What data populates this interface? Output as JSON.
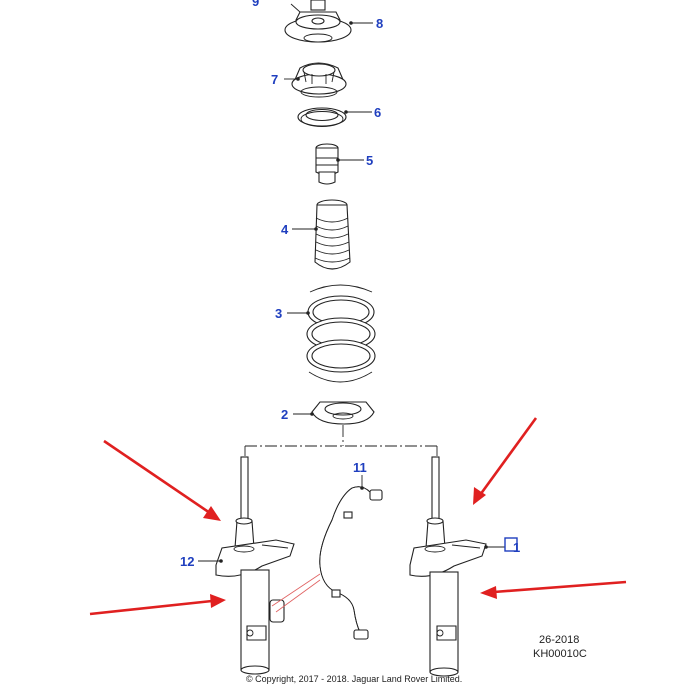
{
  "diagram": {
    "callouts": {
      "c1": "1",
      "c2": "2",
      "c3": "3",
      "c4": "4",
      "c5": "5",
      "c6": "6",
      "c7": "7",
      "c8": "8",
      "c9": "9",
      "c11": "11",
      "c12": "12"
    },
    "reference_date": "26-2018",
    "reference_code": "KH00010C",
    "copyright": "© Copyright, 2017 - 2018. Jaguar Land Rover Limited.",
    "colors": {
      "callout": "#1f3fbf",
      "arrows": "#e02020",
      "linework": "#222222"
    }
  }
}
